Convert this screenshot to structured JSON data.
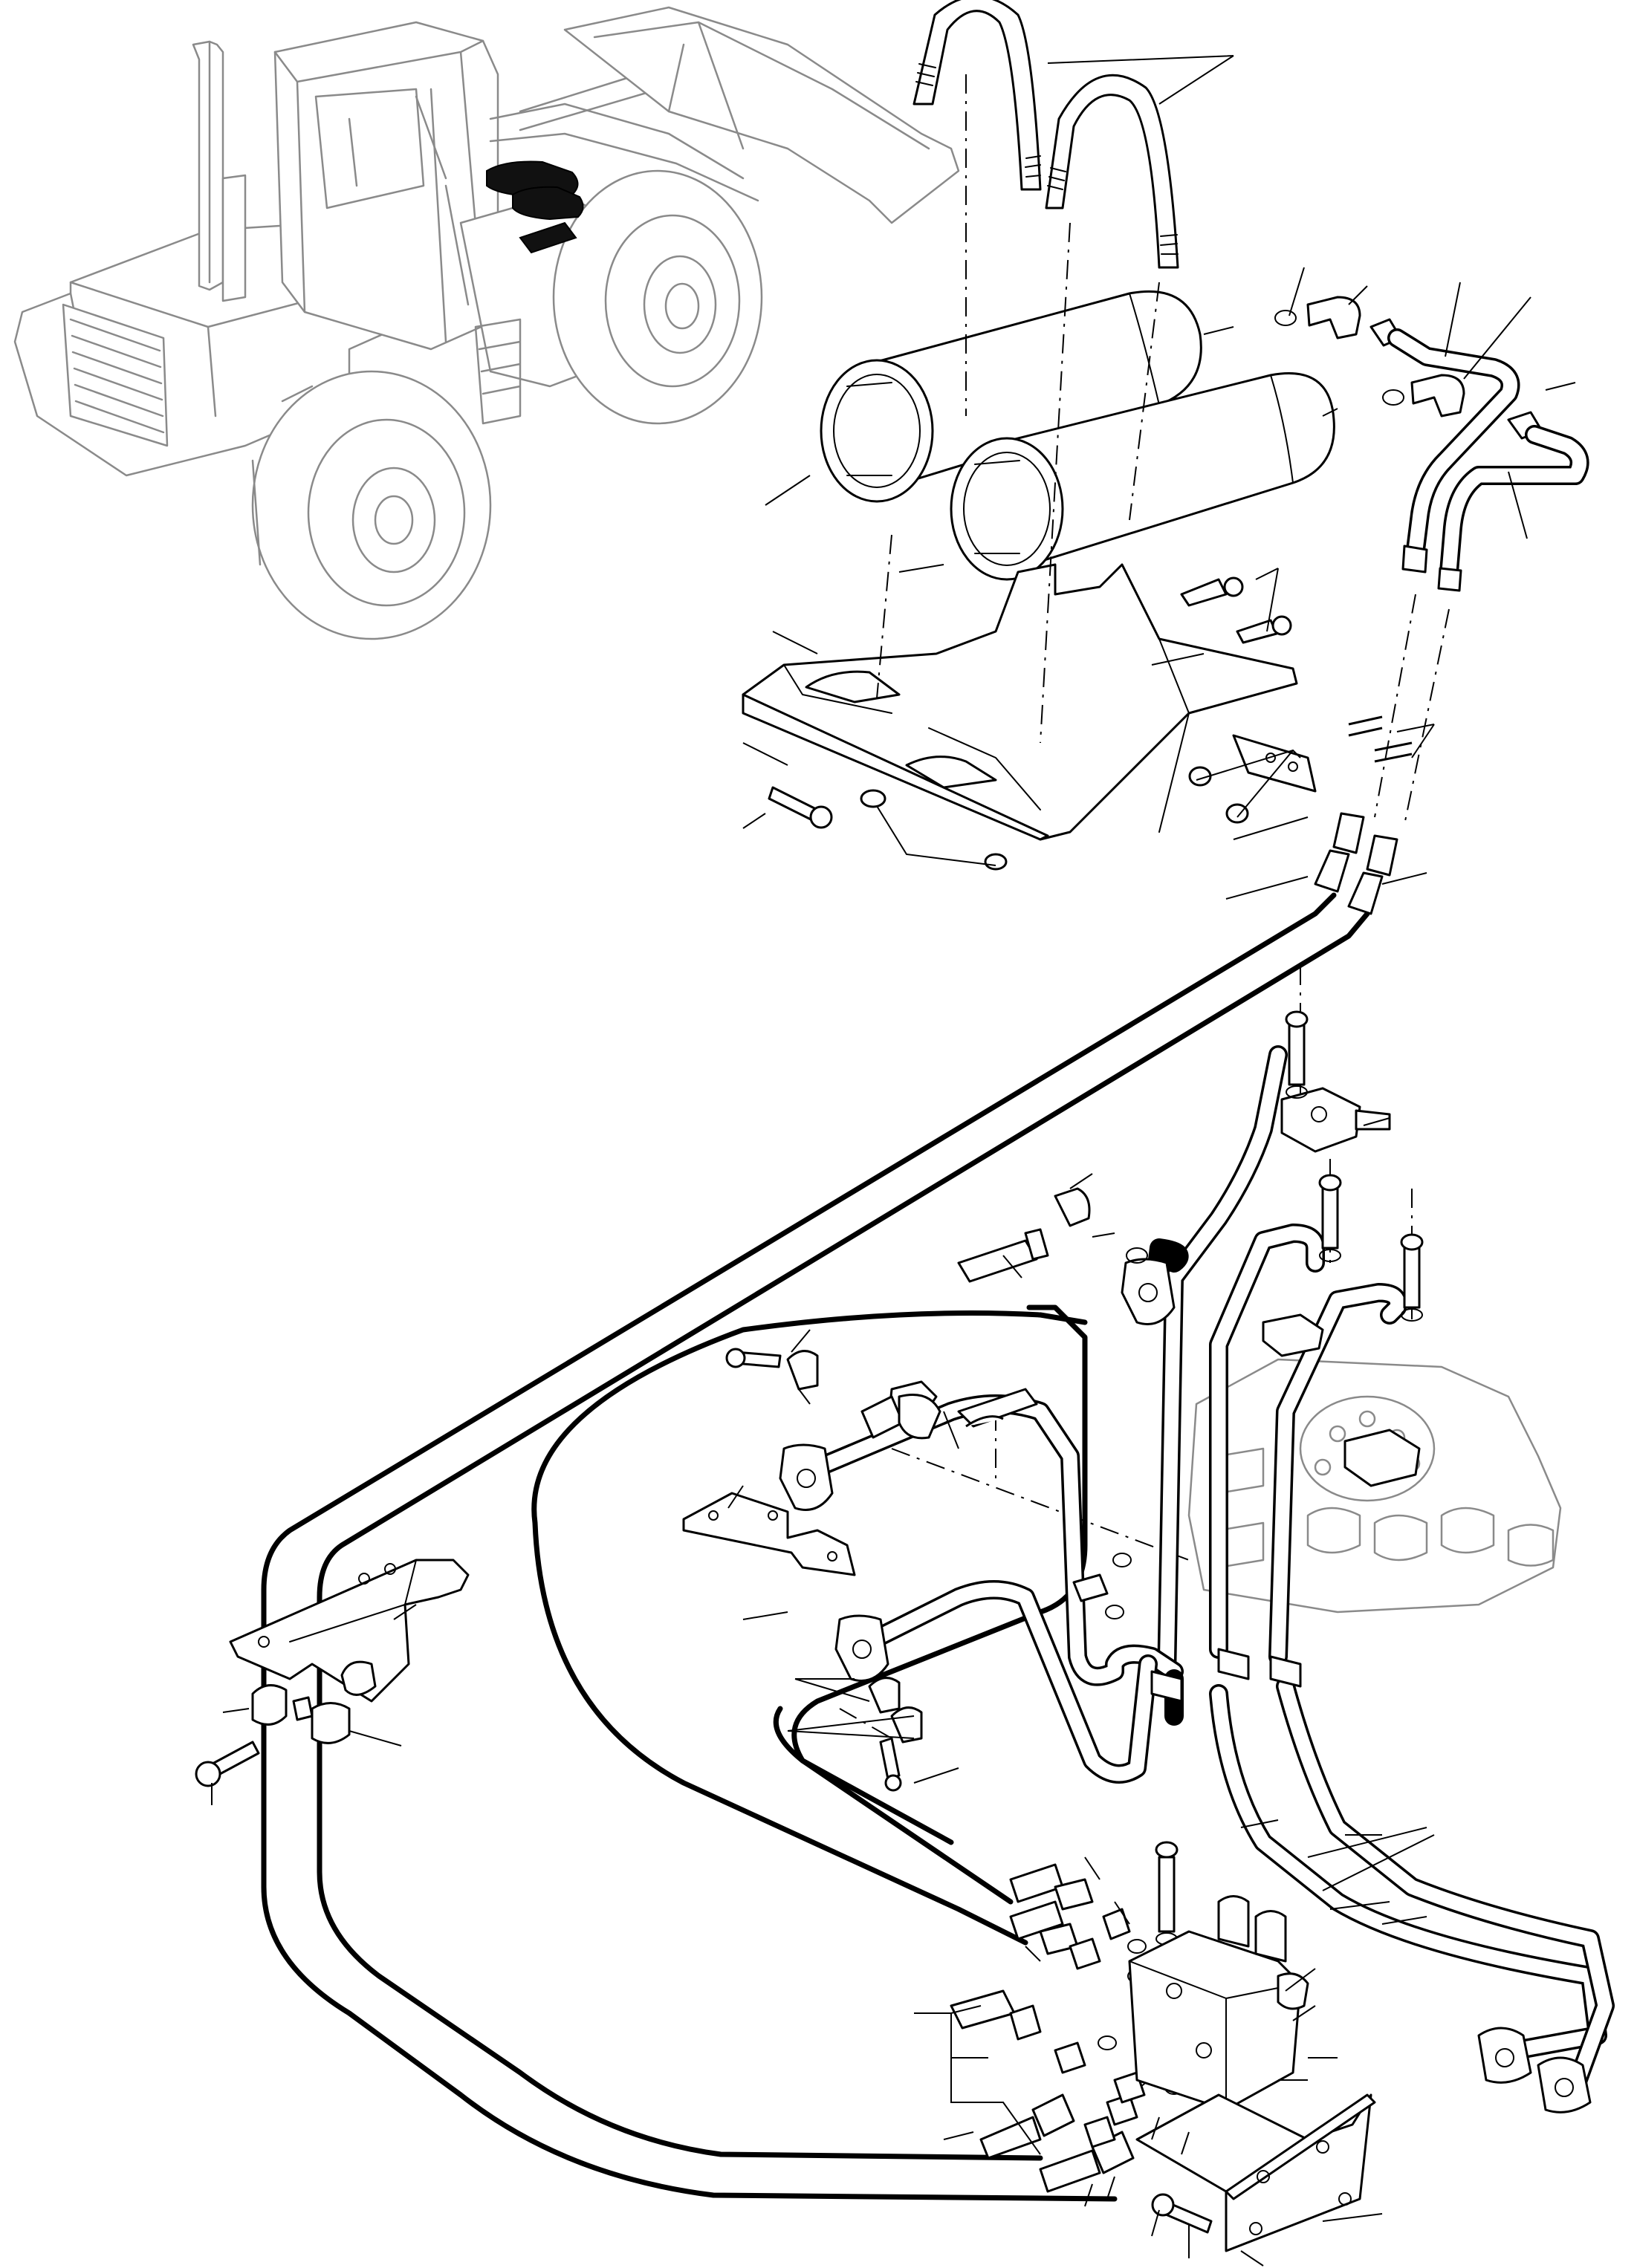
{
  "diagram": {
    "kind": "exploded-parts-view",
    "text": "",
    "colors": {
      "line": "#000000",
      "context_machine": "#8a8a8a",
      "highlight": "#111111",
      "background": "#ffffff"
    },
    "icons": [
      "wheel-loader-locator-icon"
    ],
    "components": [
      "u-bolt",
      "accumulator",
      "accumulator-bracket",
      "elbow-fitting",
      "steel-tube",
      "hose",
      "tee-fitting",
      "flange",
      "control-valve",
      "valve-block",
      "mounting-plate",
      "hose-clamp",
      "clamp-bracket",
      "bolt",
      "washer",
      "o-ring",
      "nut"
    ]
  }
}
